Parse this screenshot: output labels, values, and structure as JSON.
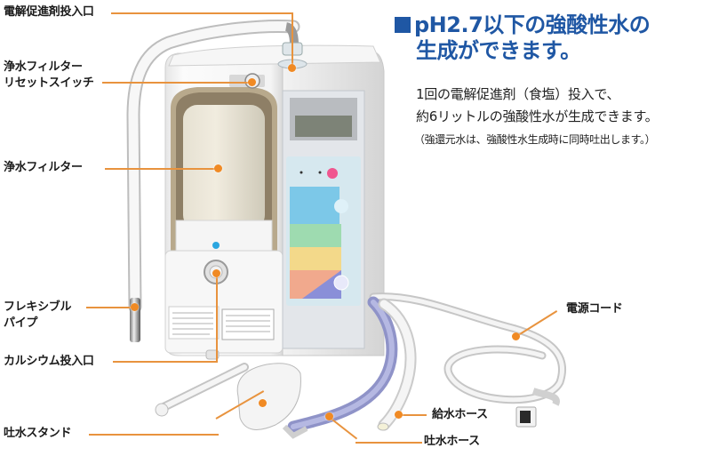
{
  "headline": {
    "line1": "pH2.7以下の強酸性水の",
    "line2": "生成ができます。",
    "color": "#1f57a4"
  },
  "description": {
    "line1": "1回の電解促進剤（食塩）投入で、",
    "line2": "約6リットルの強酸性水が生成できます。",
    "note": "（強還元水は、強酸性水生成時に同時吐出します。）"
  },
  "callouts": [
    {
      "id": "electrolyte-inlet",
      "label": "電解促進剤投入口"
    },
    {
      "id": "filter-reset-switch",
      "label_line1": "浄水フィルター",
      "label_line2": "リセットスイッチ"
    },
    {
      "id": "water-filter",
      "label": "浄水フィルター"
    },
    {
      "id": "flexible-pipe",
      "label_line1": "フレキシブル",
      "label_line2": "パイプ"
    },
    {
      "id": "calcium-inlet",
      "label": "カルシウム投入口"
    },
    {
      "id": "outlet-stand",
      "label": "吐水スタンド"
    },
    {
      "id": "power-cord",
      "label": "電源コード"
    },
    {
      "id": "supply-hose",
      "label": "給水ホース"
    },
    {
      "id": "outlet-hose",
      "label": "吐水ホース"
    }
  ],
  "colors": {
    "leader_line": "#e8933e",
    "callout_dot": "#f08a24",
    "panel_blue": "#7cc8e8",
    "panel_green": "#9edbb0",
    "panel_yellow": "#f3d98a",
    "panel_salmon": "#f1a98d",
    "panel_purple": "#8a8fd8",
    "power_button": "#f0568f"
  }
}
